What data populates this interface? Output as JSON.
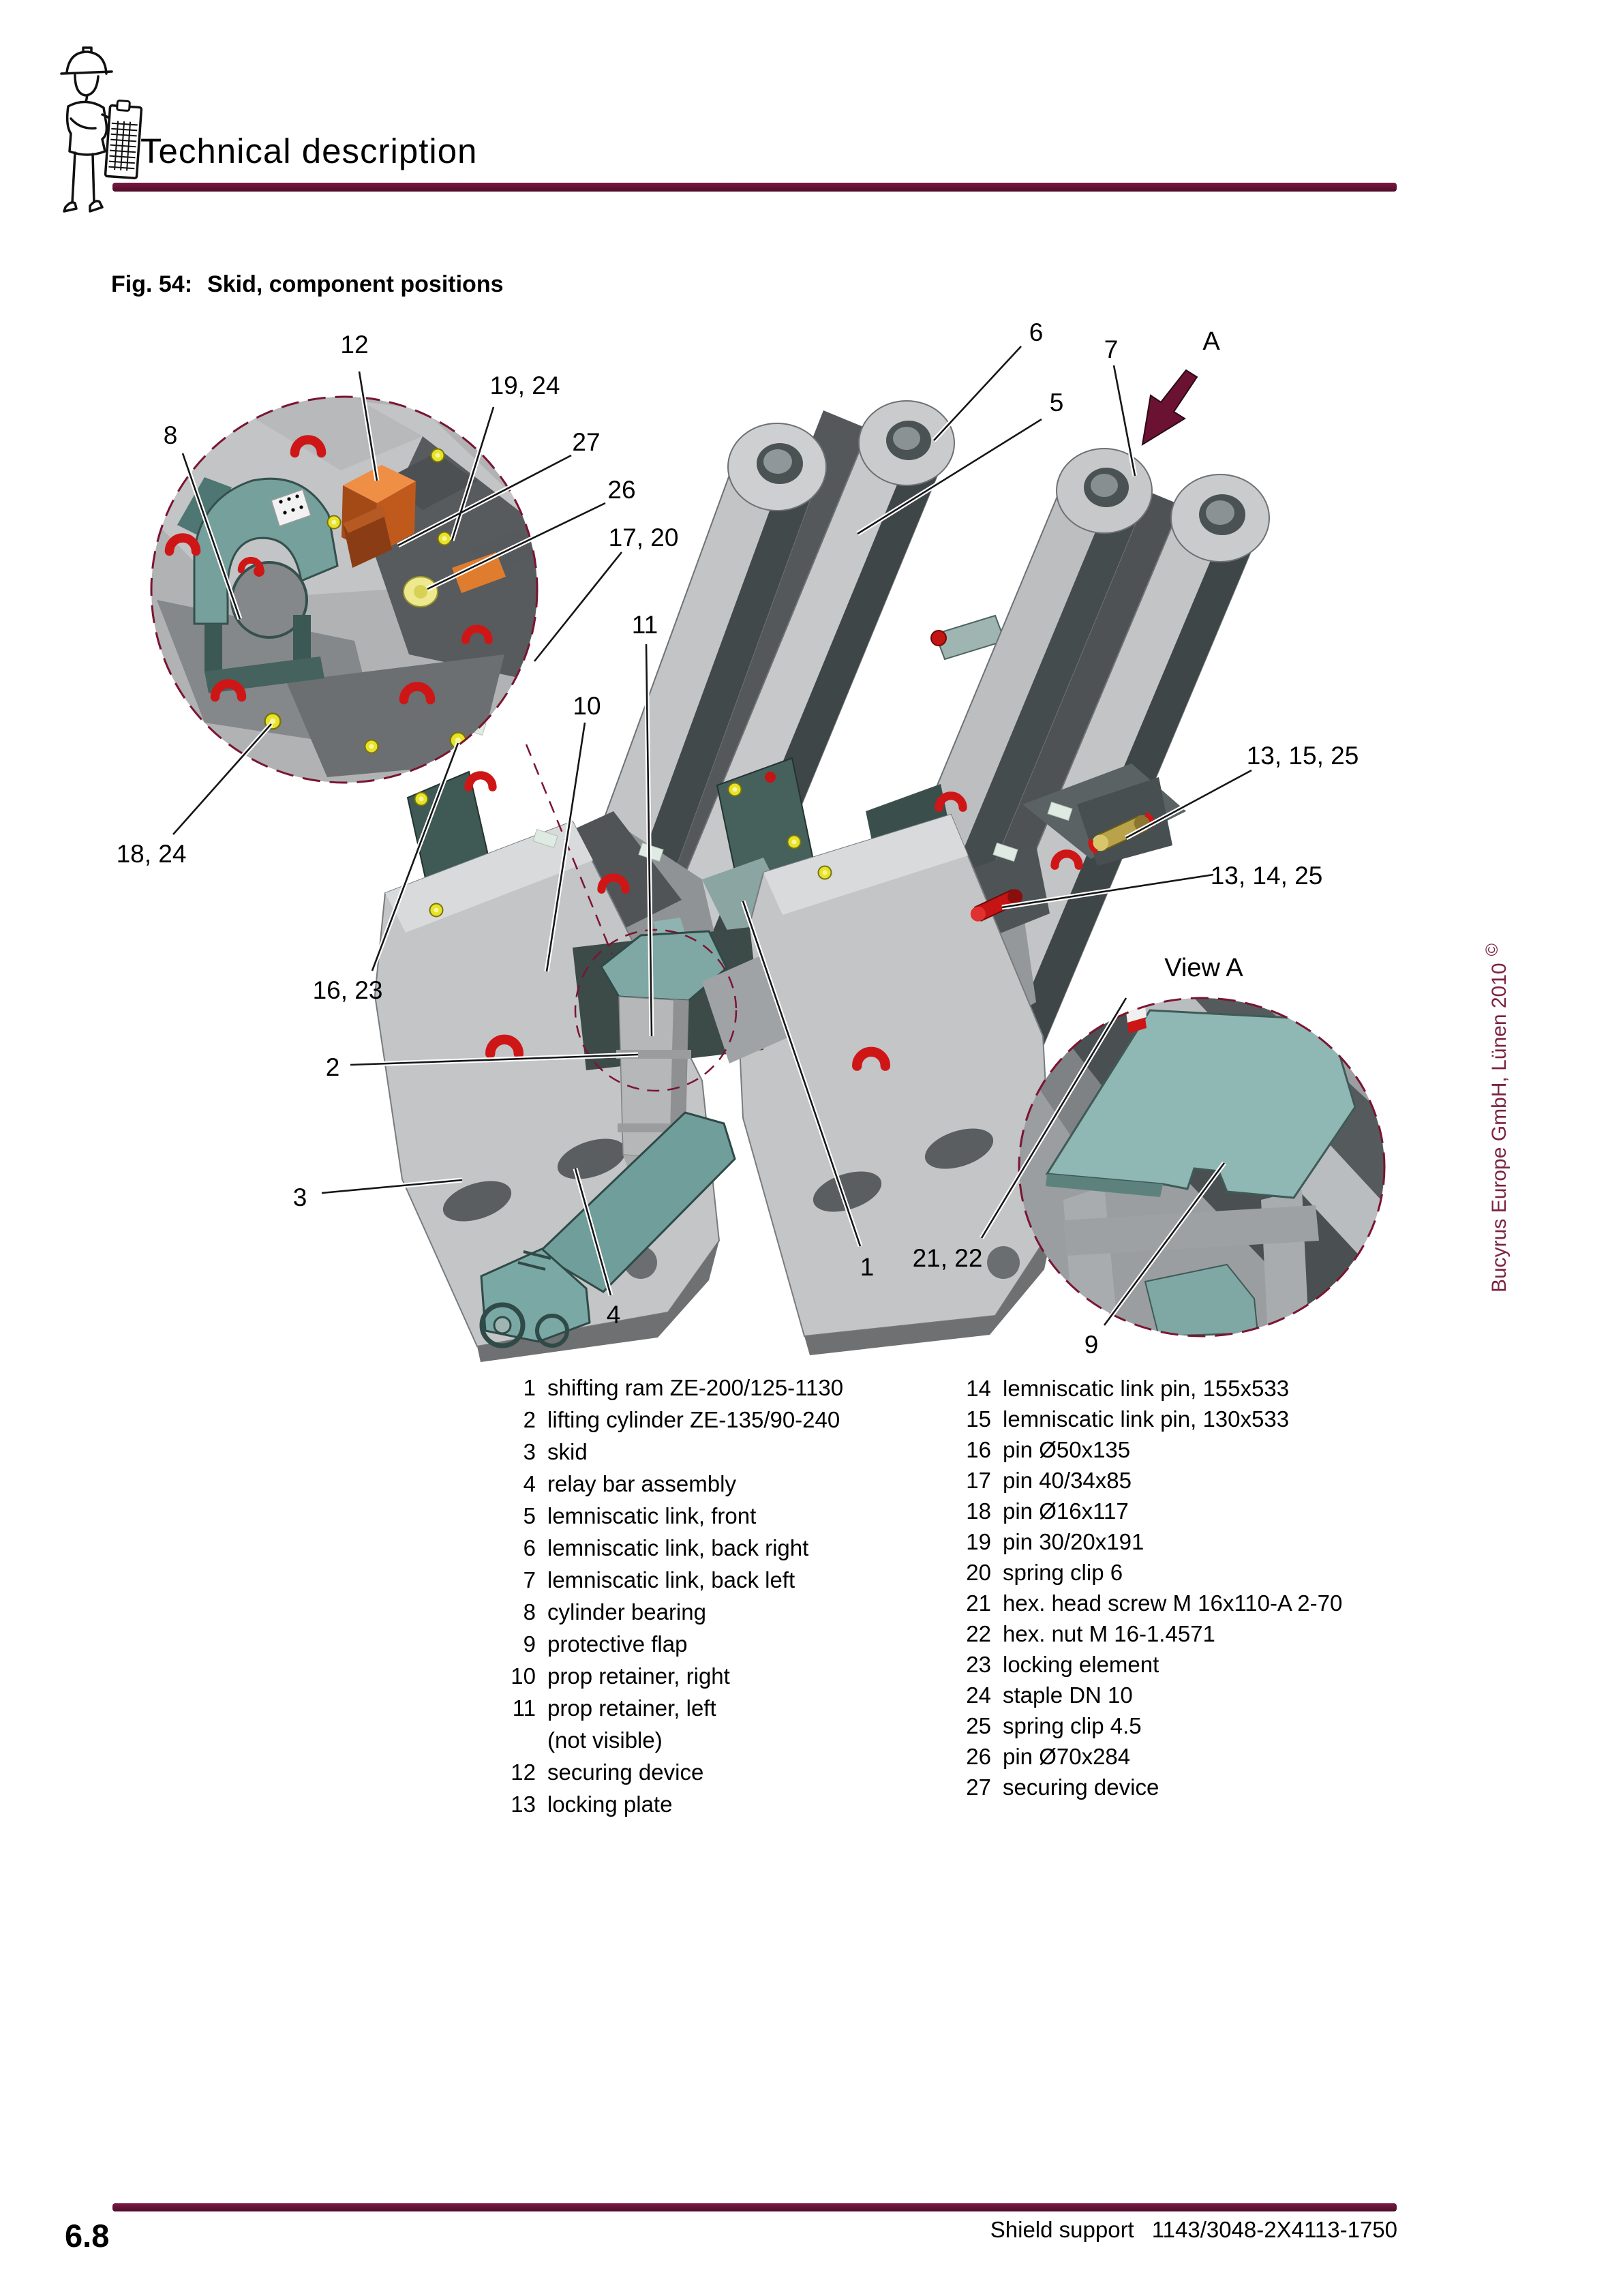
{
  "header": {
    "title": "Technical description"
  },
  "figure": {
    "caption_label": "Fig. 54:",
    "caption_text": "Skid, component positions",
    "view_label": "View A",
    "callouts": {
      "c12": "12",
      "c19_24": "19, 24",
      "c8": "8",
      "c27": "27",
      "c26": "26",
      "c17_20": "17, 20",
      "c11": "11",
      "c10": "10",
      "c6": "6",
      "c5": "5",
      "c7": "7",
      "cA": "A",
      "c13_15_25": "13, 15, 25",
      "c13_14_25": "13, 14, 25",
      "c18_24": "18, 24",
      "c16_23": "16, 23",
      "c2": "2",
      "c3": "3",
      "c4": "4",
      "c21_22": "21, 22",
      "c1": "1",
      "c9": "9"
    }
  },
  "parts_list": {
    "left": [
      {
        "num": "1",
        "text": "shifting ram ZE-200/125-1130"
      },
      {
        "num": "2",
        "text": "lifting cylinder ZE-135/90-240"
      },
      {
        "num": "3",
        "text": "skid"
      },
      {
        "num": "4",
        "text": "relay bar assembly"
      },
      {
        "num": "5",
        "text": "lemniscatic link, front"
      },
      {
        "num": "6",
        "text": "lemniscatic link, back right"
      },
      {
        "num": "7",
        "text": "lemniscatic link, back left"
      },
      {
        "num": "8",
        "text": "cylinder bearing"
      },
      {
        "num": "9",
        "text": "protective flap"
      },
      {
        "num": "10",
        "text": "prop retainer, right"
      },
      {
        "num": "11",
        "text": "prop retainer, left"
      },
      {
        "num": "",
        "text": "(not visible)"
      },
      {
        "num": "12",
        "text": "securing device"
      },
      {
        "num": "13",
        "text": "locking plate"
      }
    ],
    "right": [
      {
        "num": "14",
        "text": "lemniscatic link pin, 155x533"
      },
      {
        "num": "15",
        "text": "lemniscatic link pin, 130x533"
      },
      {
        "num": "16",
        "text": "pin Ø50x135"
      },
      {
        "num": "17",
        "text": "pin 40/34x85"
      },
      {
        "num": "18",
        "text": "pin Ø16x117"
      },
      {
        "num": "19",
        "text": "pin 30/20x191"
      },
      {
        "num": "20",
        "text": "spring clip 6"
      },
      {
        "num": "21",
        "text": "hex. head screw M 16x110-A 2-70"
      },
      {
        "num": "22",
        "text": "hex. nut M 16-1.4571"
      },
      {
        "num": "23",
        "text": "locking element"
      },
      {
        "num": "24",
        "text": "staple DN 10"
      },
      {
        "num": "25",
        "text": "spring clip 4.5"
      },
      {
        "num": "26",
        "text": "pin Ø70x284"
      },
      {
        "num": "27",
        "text": "securing device"
      }
    ]
  },
  "sidebar": {
    "imprint": "Bucyrus Europe GmbH, Lünen 2010",
    "copyright": "©"
  },
  "footer": {
    "doc_title": "Shield support",
    "doc_number": "1143/3048-2X4113-1750",
    "page_number": "6.8"
  },
  "colors": {
    "accent_maroon": "#5e1237",
    "imprint_red": "#7b2340",
    "machine_teal": "#7aa3a0",
    "machine_orange": "#e8853e",
    "clip_red": "#cc1616",
    "pin_yellow": "#e9e327"
  }
}
